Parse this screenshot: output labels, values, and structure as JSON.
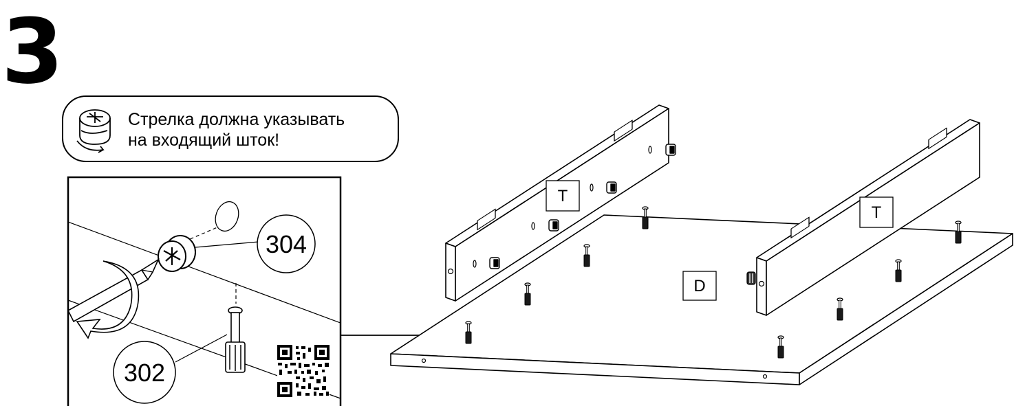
{
  "step": {
    "number": "3"
  },
  "note": {
    "line1": "Стрелка должна указывать",
    "line2": "на входящий шток!",
    "icon": "cam-lock-rotation-icon"
  },
  "detail": {
    "callout_cam": "304",
    "callout_bolt": "302",
    "qr": "qr-code-icon"
  },
  "parts": {
    "panel_left": "T",
    "panel_right": "T",
    "base": "D"
  }
}
